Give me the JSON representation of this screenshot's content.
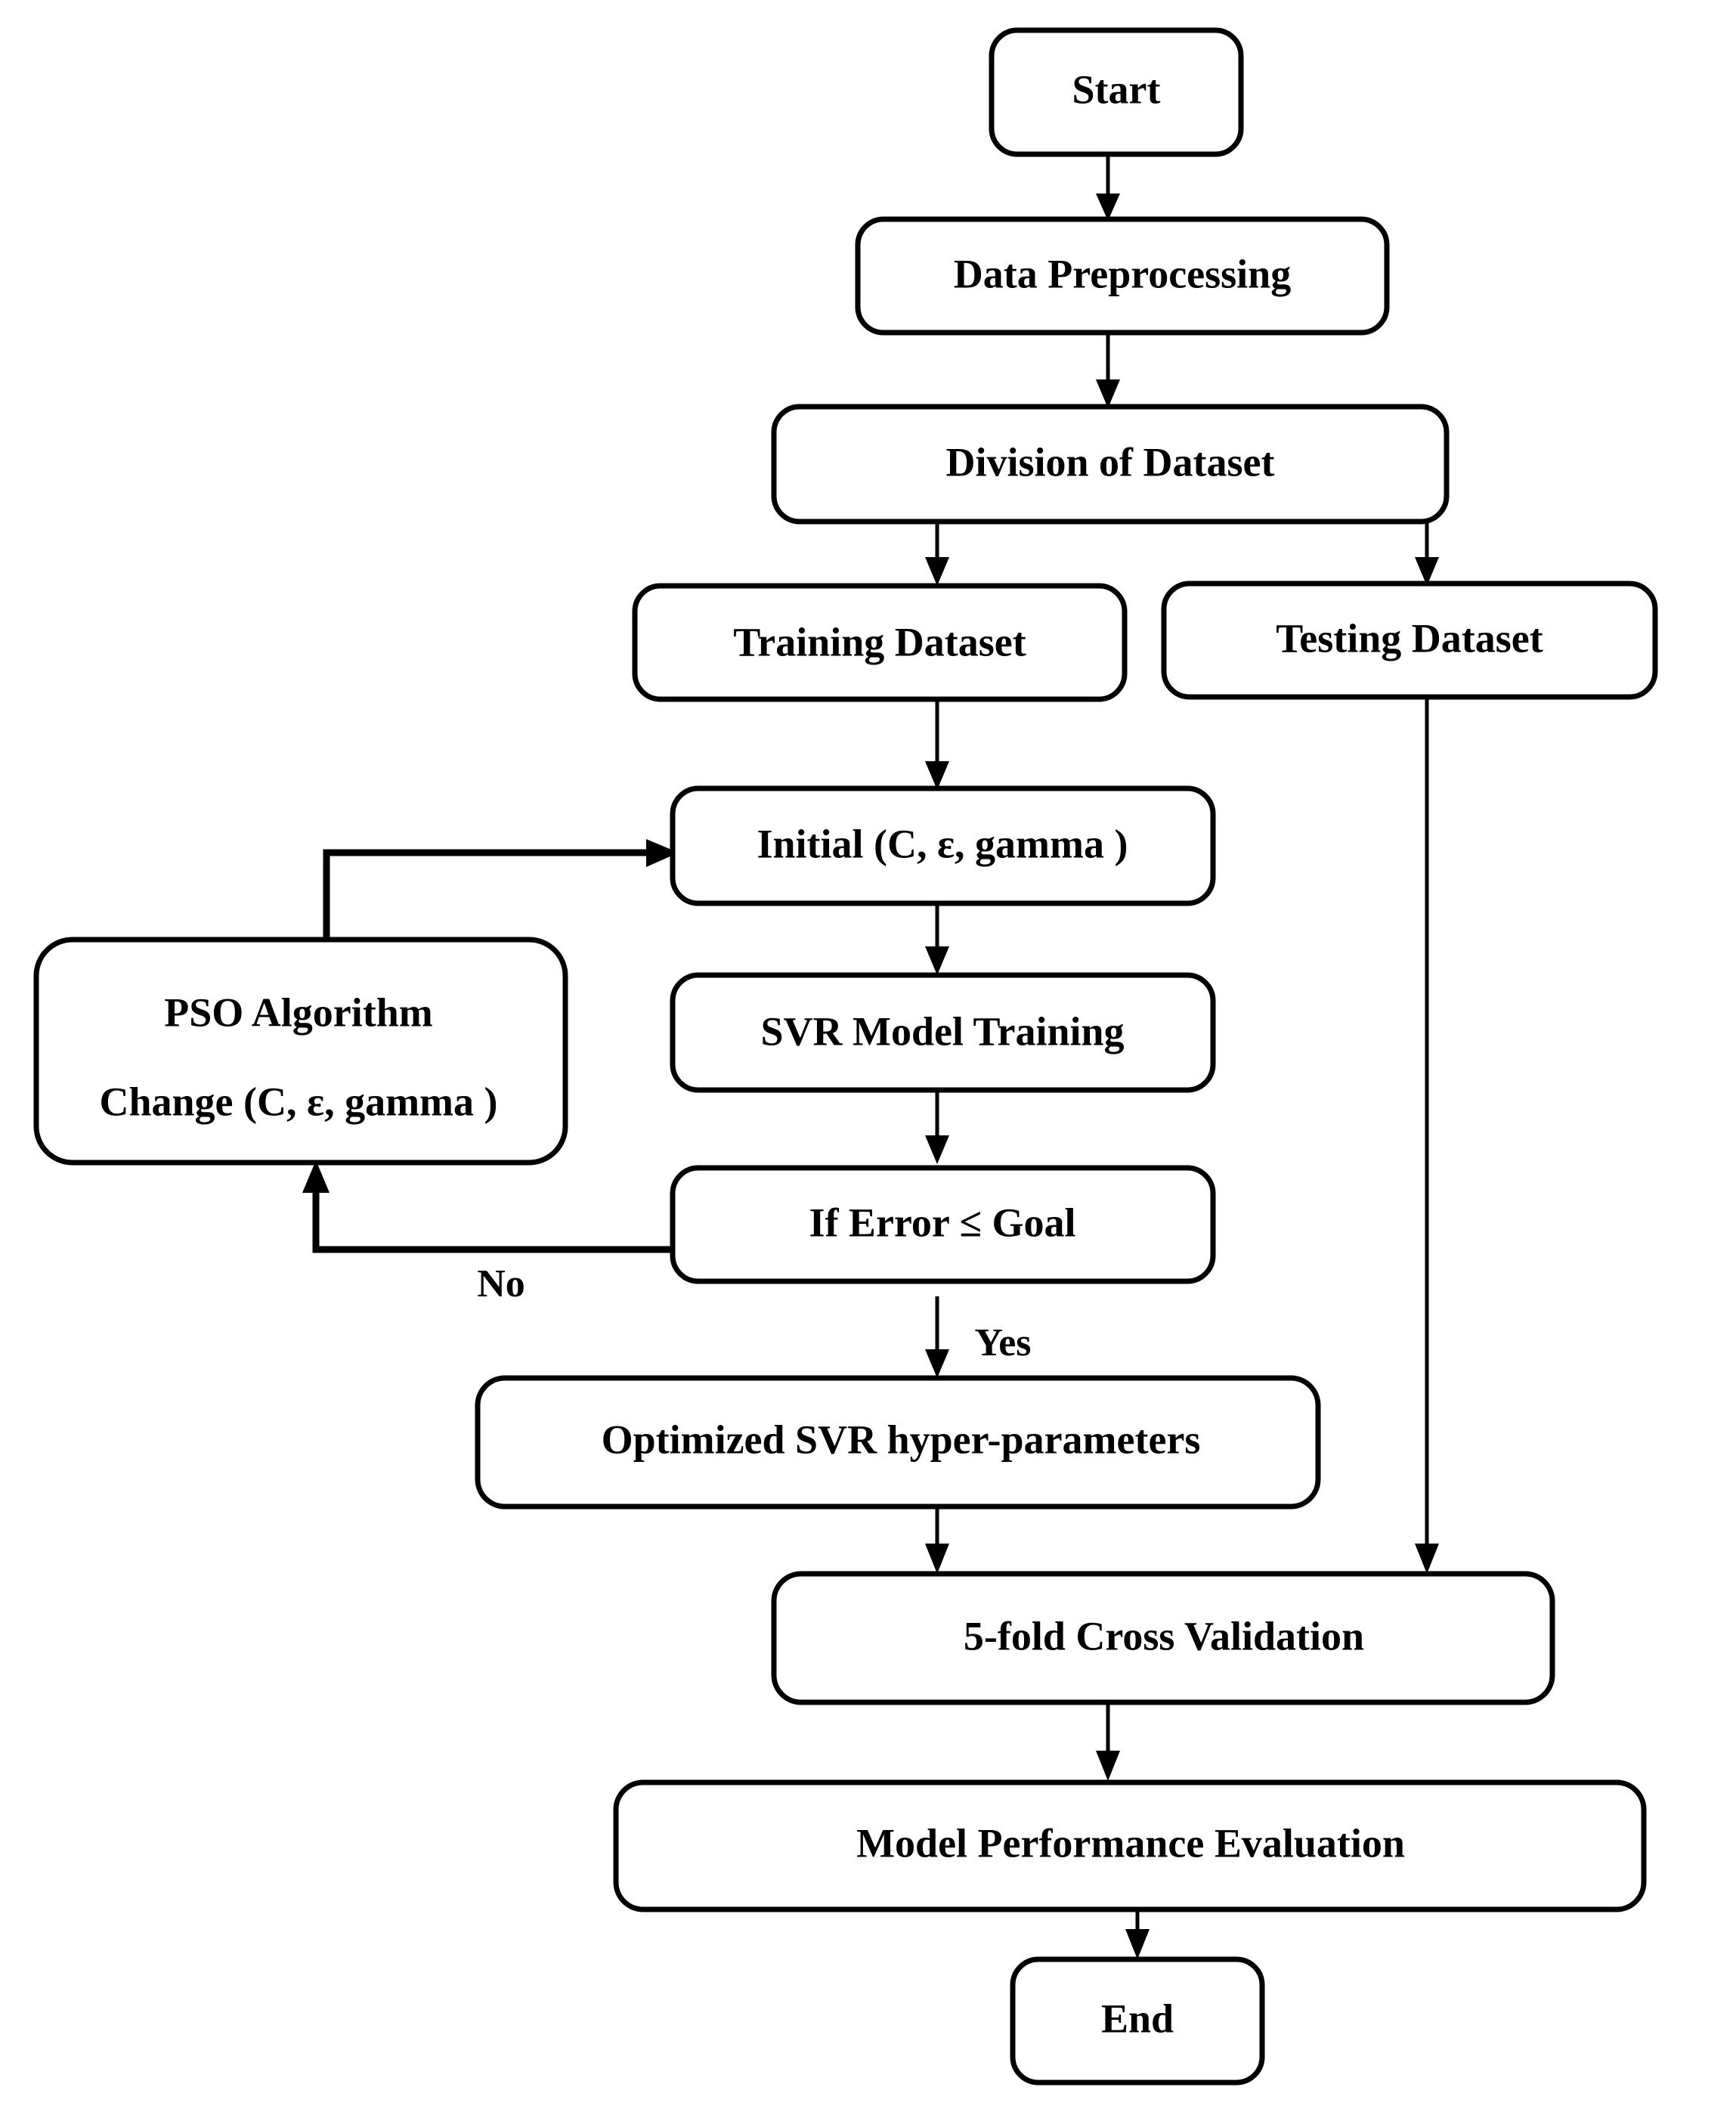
{
  "diagram": {
    "title": "PSO-SVR modeling workflow flowchart",
    "type": "flowchart",
    "background_color": "#ffffff",
    "line_color": "#000000",
    "text_color": "#000000"
  },
  "nodes": {
    "start": {
      "label": "Start"
    },
    "data_preprocessing": {
      "label": "Data Preprocessing"
    },
    "division_of_dataset": {
      "label": "Division of Dataset"
    },
    "training_dataset": {
      "label": "Training Dataset"
    },
    "testing_dataset": {
      "label": "Testing Dataset"
    },
    "initial_params": {
      "label": "Initial (C, ε, gamma )"
    },
    "pso_algorithm_line1": {
      "label": "PSO Algorithm"
    },
    "pso_algorithm_line2": {
      "label": "Change (C, ε, gamma )"
    },
    "svr_model_training": {
      "label": "SVR Model Training"
    },
    "if_error_goal": {
      "label": "If Error ≤ Goal"
    },
    "optimized_hyperparameters": {
      "label": "Optimized SVR hyper-parameters"
    },
    "cross_validation": {
      "label": "5-fold Cross Validation"
    },
    "model_performance_evaluation": {
      "label": "Model Performance Evaluation"
    },
    "end": {
      "label": "End"
    }
  },
  "edge_labels": {
    "no": "No",
    "yes": "Yes"
  }
}
